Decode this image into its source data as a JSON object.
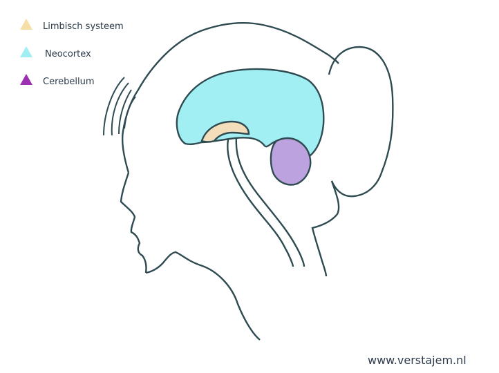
{
  "legend": {
    "items": [
      {
        "label": "Limbisch systeem",
        "color": "#f5dfa6",
        "marker": "triangle-icon"
      },
      {
        "label": "Neocortex",
        "color": "#9eeef2",
        "marker": "triangle-icon"
      },
      {
        "label": "Cerebellum",
        "color": "#9b30b0",
        "marker": "triangle-icon"
      }
    ]
  },
  "regions": {
    "neocortex_fill": "#a2eff3",
    "limbic_fill": "#f3ddbb",
    "cerebellum_fill": "#bca2df",
    "outline": "#2f4b52"
  },
  "credit": "www.verstajem.nl"
}
